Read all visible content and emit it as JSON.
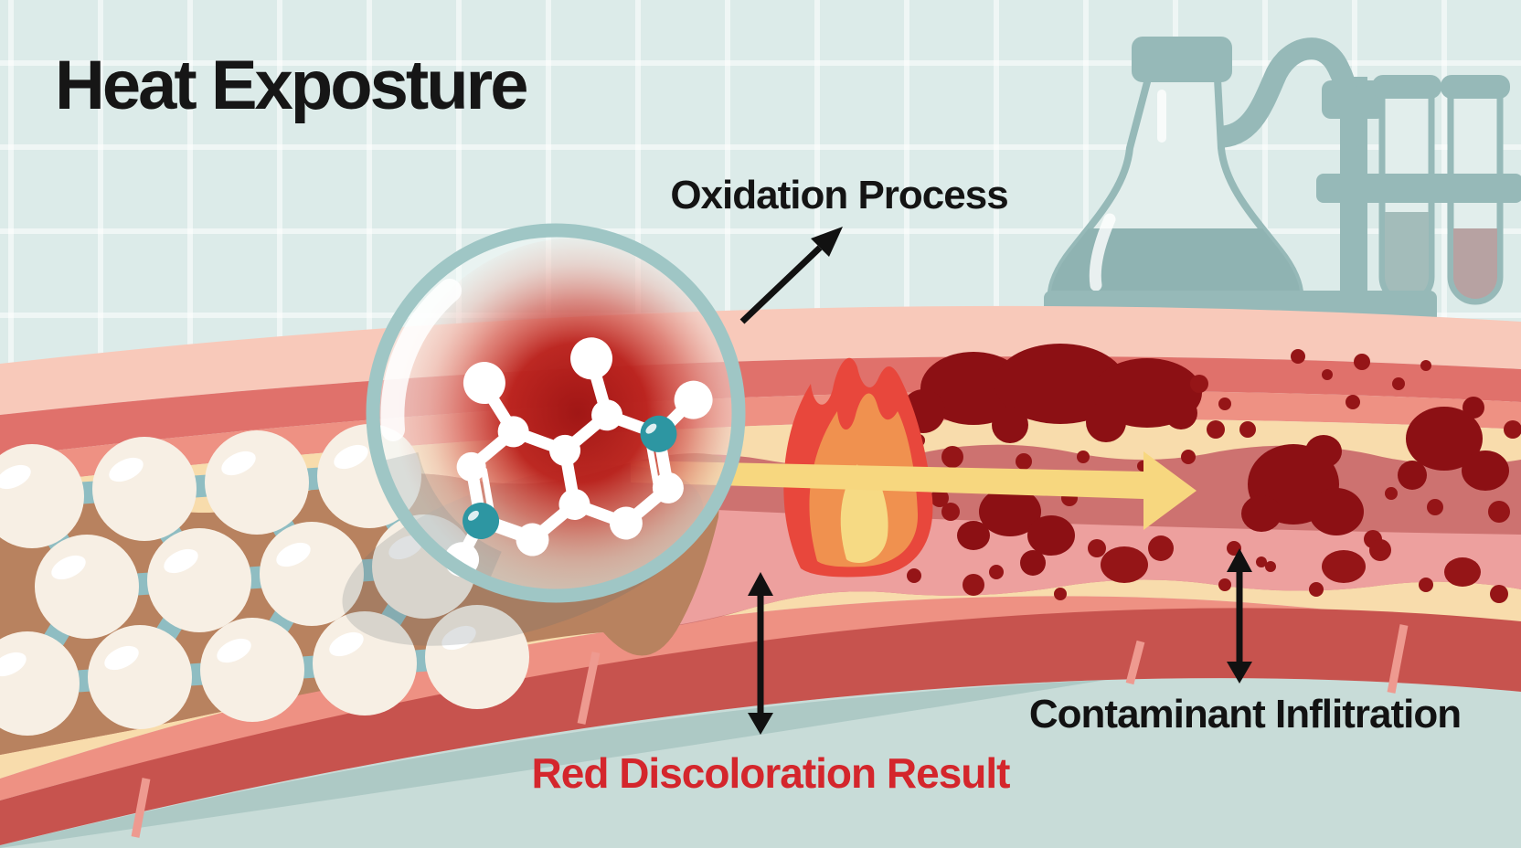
{
  "title": "Heat Exposture",
  "annotations": {
    "oxidation": {
      "label": "Oxidation Process"
    },
    "red_result": {
      "label": "Red Discoloration Result"
    },
    "contaminant": {
      "label": "Contaminant Inflitration"
    }
  },
  "icons": [
    "magnifier-circle-icon",
    "molecule-icon",
    "flame-icon",
    "flow-arrow-icon",
    "erlenmeyer-flask-icon",
    "test-tubes-icon",
    "contaminant-blobs",
    "fat-globule-chain",
    "oxidation-pointer-arrow",
    "red-result-double-arrow",
    "contaminant-double-arrow"
  ],
  "colors": {
    "tile_background": "#dcebe9",
    "tile_line": "#f0f6f5",
    "bottom_background": "#c8dcd8",
    "vessel_shadow": "#adc9c5",
    "vessel_outer_pink": "#f8c9ba",
    "vessel_red_band": "#e0716b",
    "vessel_salmon": "#ee9183",
    "vessel_cream": "#f8dcac",
    "vessel_tan_interior": "#b8825f",
    "vessel_rosy_interior": "#cd7270",
    "vessel_inner_pink": "#eda09e",
    "brick_band": "#c7534e",
    "brick_separator": "#ee9a90",
    "sphere_fill": "#f7efe4",
    "link_teal": "#8fbdc2",
    "glass_rim_teal": "#9fc6c5",
    "glow_red": "#a81412",
    "molecule_white": "#ffffff",
    "molecule_atom_teal": "#2d96a2",
    "flame_red": "#e8473c",
    "flame_orange": "#f0914f",
    "flame_yellow": "#f6da84",
    "flow_arrow_yellow": "#f7d77f",
    "contaminant_blob": "#951517",
    "label_red": "#d4262c",
    "label_black": "#161616",
    "glassware_teal": "#96b9b8"
  }
}
